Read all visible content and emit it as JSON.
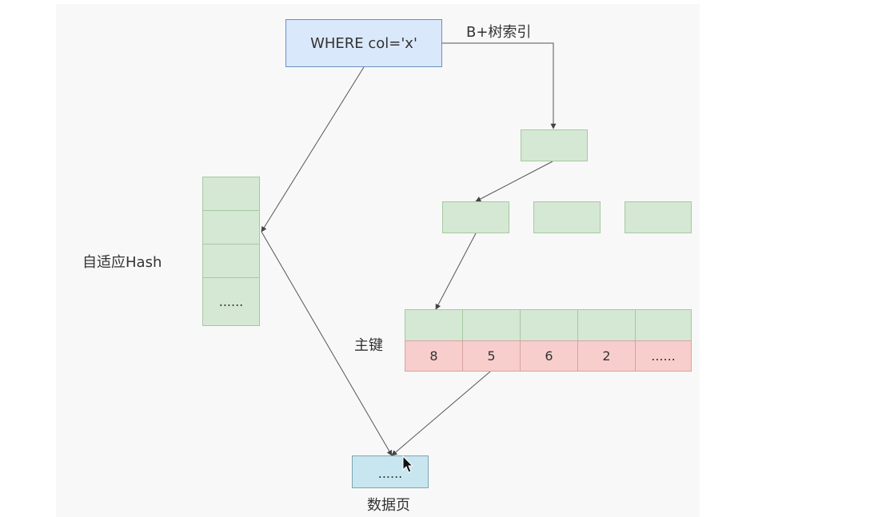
{
  "query": {
    "text": "WHERE col='x'"
  },
  "labels": {
    "btree_index": "B+树索引",
    "adaptive_hash": "自适应Hash",
    "primary_key": "主键",
    "data_page": "数据页"
  },
  "hash_table": {
    "ellipsis": "......"
  },
  "primary_key_row": {
    "values": [
      "8",
      "5",
      "6",
      "2",
      "......"
    ]
  },
  "data_page": {
    "ellipsis": "......"
  },
  "colors": {
    "green": "#d5e8d4",
    "red": "#f8cecc",
    "blue": "#dae8fc",
    "cyan": "#c8e6ef"
  }
}
